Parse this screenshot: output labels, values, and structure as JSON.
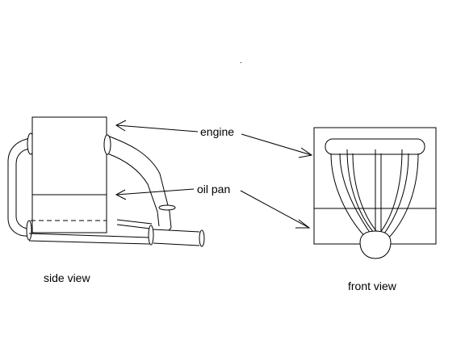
{
  "labels": {
    "engine": "engine",
    "oil_pan": "oil pan",
    "side_view": "side view",
    "front_view": "front view"
  },
  "colors": {
    "line": "#000000",
    "background": "#ffffff"
  }
}
